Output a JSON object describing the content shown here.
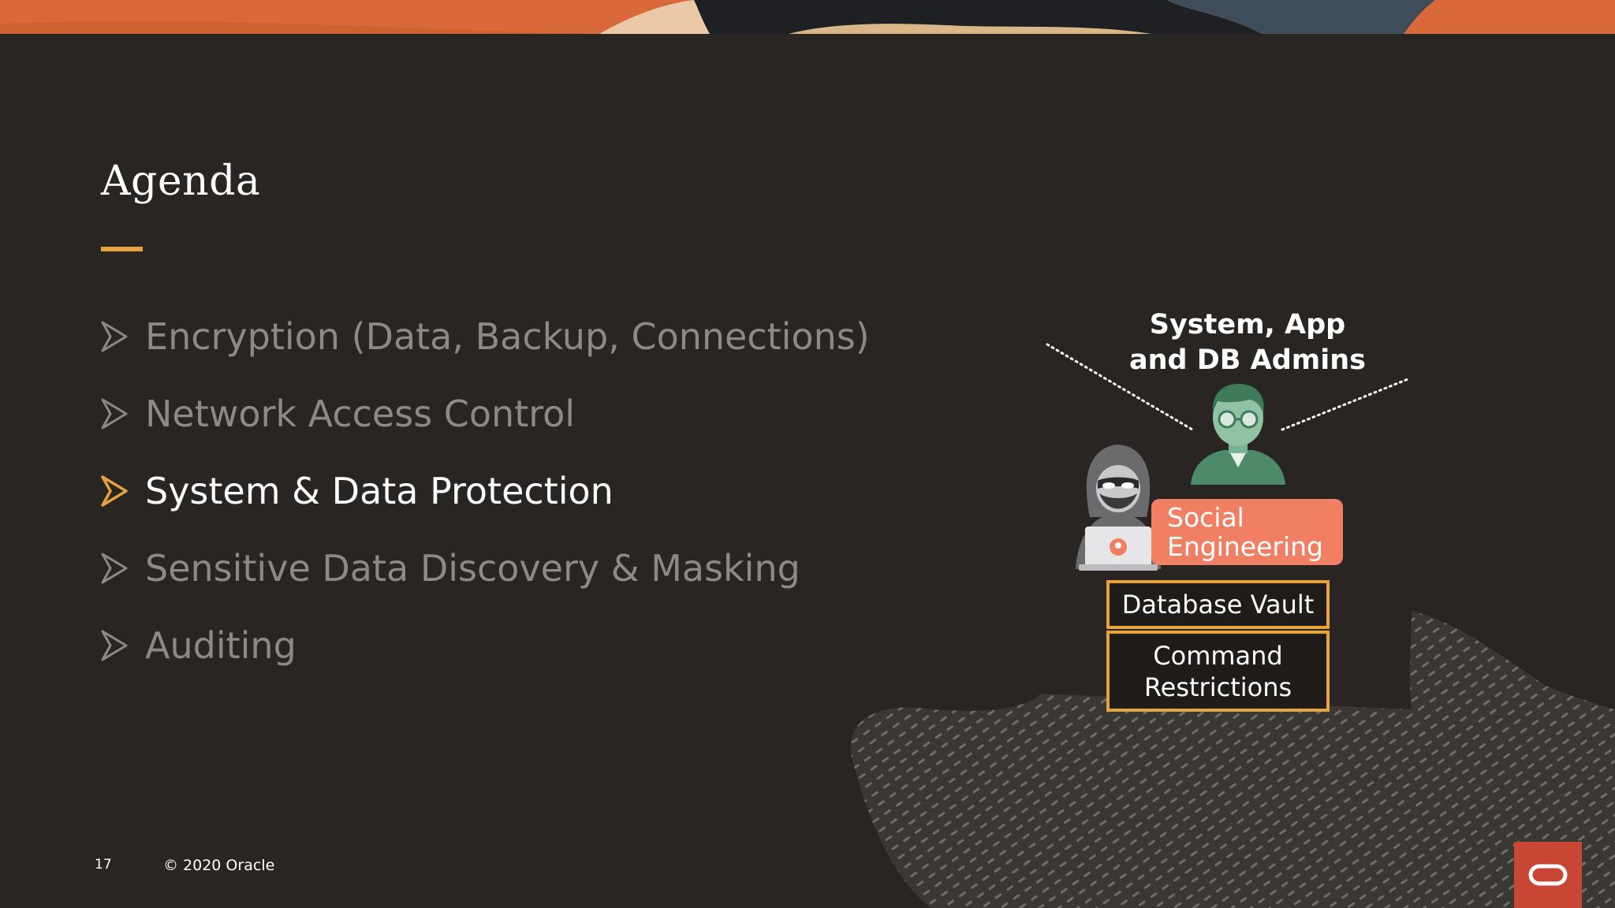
{
  "slide": {
    "title": "Agenda",
    "agenda_items": [
      {
        "label": "Encryption (Data, Backup, Connections)",
        "active": false
      },
      {
        "label": "Network Access Control",
        "active": false
      },
      {
        "label": "System & Data Protection",
        "active": true
      },
      {
        "label": "Sensitive Data Discovery & Masking",
        "active": false
      },
      {
        "label": "Auditing",
        "active": false
      }
    ],
    "icons": {
      "bullet": "arrowhead-bullet-icon",
      "admin": "admin-person-icon",
      "hacker": "hooded-hacker-icon",
      "logo": "oracle-logo-icon"
    },
    "colors": {
      "background": "#282523",
      "accent_gold": "#e7a33b",
      "social_engineering": "#f07f63",
      "oracle_red": "#c74634",
      "inactive_text": "#8c8986"
    }
  },
  "diagram": {
    "admins_label_line1": "System, App",
    "admins_label_line2": "and DB Admins",
    "social_line1": "Social",
    "social_line2": "Engineering",
    "vault": "Database Vault",
    "restrictions_line1": "Command",
    "restrictions_line2": "Restrictions"
  },
  "footer": {
    "page_number": "17",
    "copyright": "© 2020 Oracle"
  }
}
